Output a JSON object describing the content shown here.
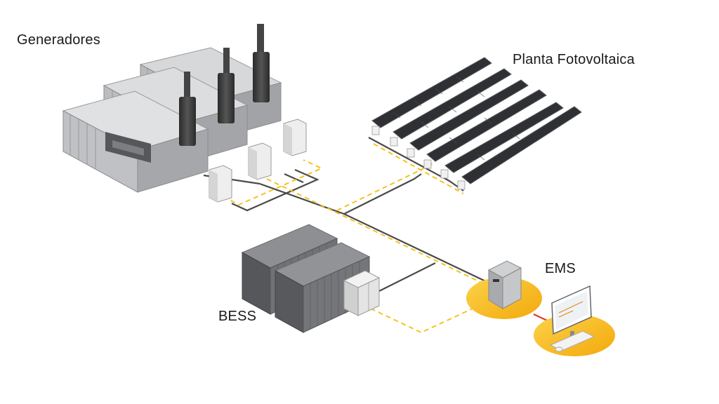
{
  "labels": {
    "generators": "Generadores",
    "pv_plant": "Planta Fotovoltaica",
    "ems": "EMS",
    "bess": "BESS"
  },
  "colors": {
    "power_line": "#4a4a4a",
    "data_line": "#f5c31c",
    "ems_pad": "#f6b90d",
    "link_red": "#d83b2a",
    "equipment_gray": "#8a8a8a",
    "equipment_dark": "#3a3a3a",
    "panel_dark": "#2f3033"
  },
  "icons": {
    "generators": "generator-containers-icon",
    "pv": "solar-panel-array-icon",
    "bess": "battery-container-icon",
    "ems": "ems-controller-icon",
    "workstation": "monitor-workstation-icon"
  }
}
